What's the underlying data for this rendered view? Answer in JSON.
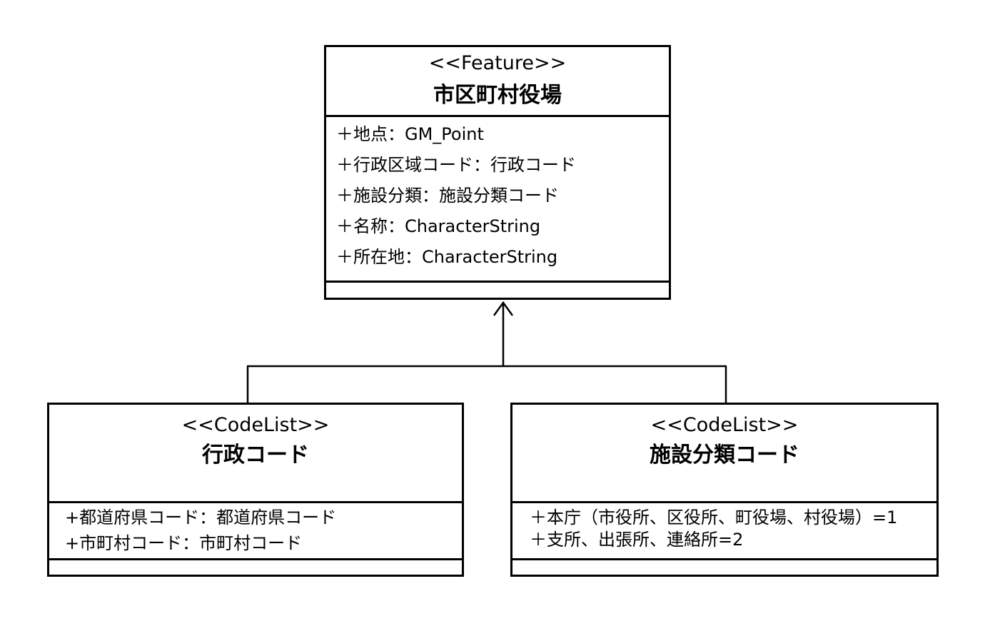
{
  "classes": {
    "municipal_office": {
      "stereotype": "<<Feature>>",
      "name": "市区町村役場",
      "attributes": [
        "＋地点：GM_Point",
        "＋行政区域コード：行政コード",
        "＋施設分類：施設分類コード",
        "＋名称：CharacterString",
        "＋所在地：CharacterString"
      ]
    },
    "admin_code": {
      "stereotype": "<<CodeList>>",
      "name": "行政コード",
      "attributes": [
        "+都道府県コード：都道府県コード",
        "+市町村コード：市町村コード"
      ]
    },
    "facility_code": {
      "stereotype": "<<CodeList>>",
      "name": "施設分類コード",
      "attributes": [
        "＋本庁（市役所、区役所、町役場、村役場）=1",
        "＋支所、出張所、連絡所=2"
      ]
    }
  },
  "colors": {
    "line": "#000000",
    "background": "#ffffff"
  }
}
